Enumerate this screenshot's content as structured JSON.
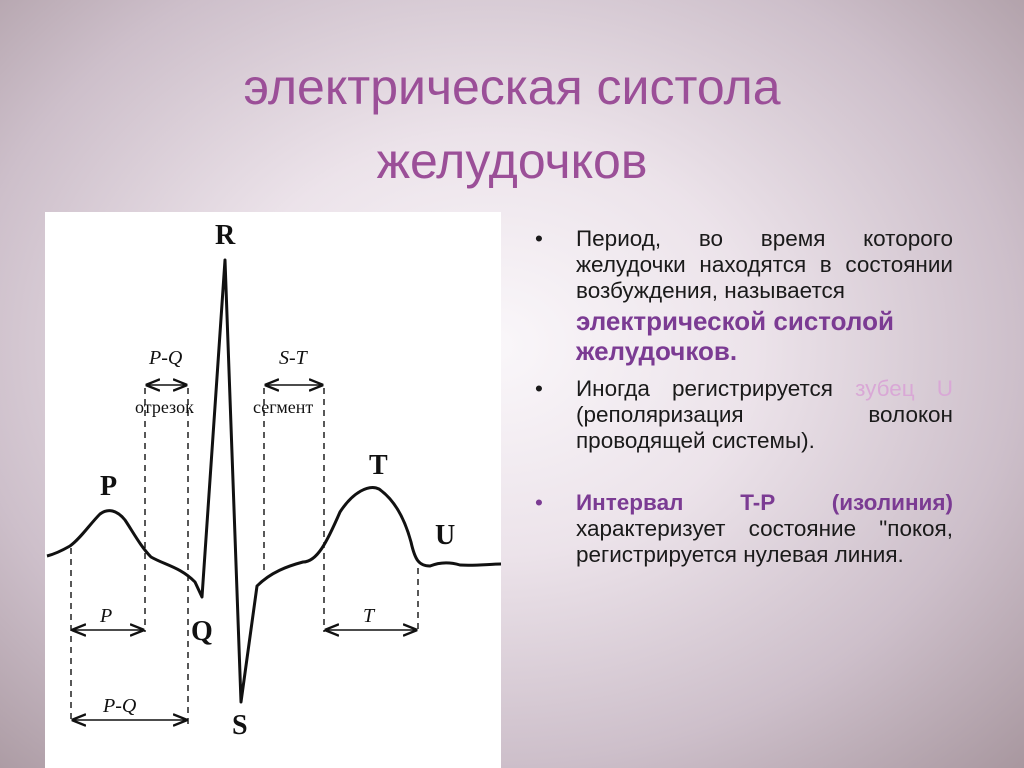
{
  "title": {
    "line1": "электрическая систола",
    "line2": "желудочков"
  },
  "diagram": {
    "labels": {
      "R": "R",
      "P": "P",
      "Q": "Q",
      "S": "S",
      "T": "T",
      "U": "U",
      "pq_top": "P-Q",
      "pq_sub": "отрезок",
      "st_top": "S-T",
      "st_sub": "сегмент",
      "p_width": "P",
      "t_width": "T",
      "pq_bottom": "P-Q"
    }
  },
  "bullets": {
    "marker": "•",
    "b1_text": "Период, во время которого желудочки находятся в состоянии возбуждения, называется",
    "b1_emph": "электрической систолой желудочков.",
    "b2_pre": "Иногда регистрируется",
    "b2_u": "зубец U",
    "b2_post": "(реполяризация волокон проводящей системы).",
    "b3_hl": "Интервал T-P (изолиния)",
    "b3_rest": "характеризует состояние \"покоя, регистрируется нулевая линия."
  }
}
